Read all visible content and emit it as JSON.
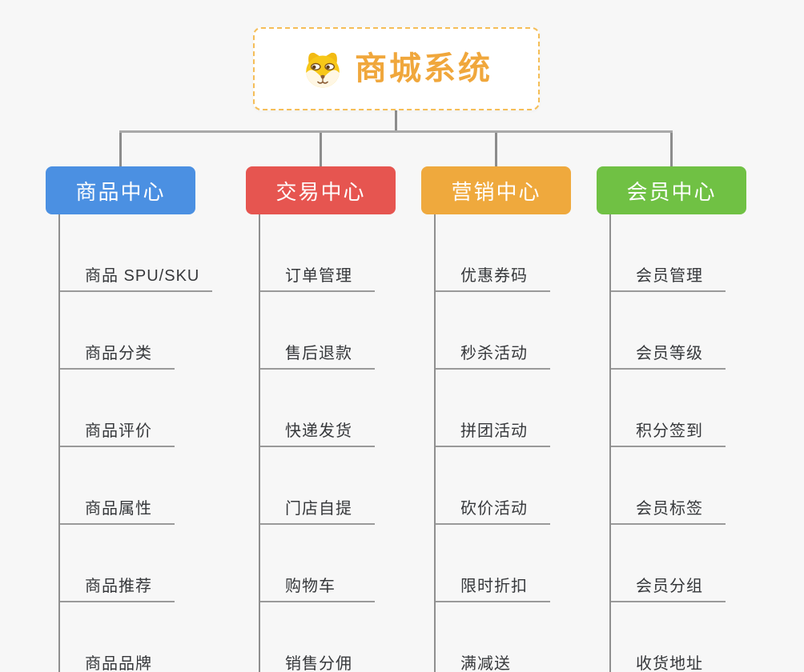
{
  "root": {
    "title": "商城系统",
    "icon": "dog-icon"
  },
  "branches": [
    {
      "id": "product-center",
      "label": "商品中心",
      "color": "#4B90E2",
      "items": [
        "商品 SPU/SKU",
        "商品分类",
        "商品评价",
        "商品属性",
        "商品推荐",
        "商品品牌"
      ]
    },
    {
      "id": "trade-center",
      "label": "交易中心",
      "color": "#E65550",
      "items": [
        "订单管理",
        "售后退款",
        "快递发货",
        "门店自提",
        "购物车",
        "销售分佣"
      ]
    },
    {
      "id": "marketing-center",
      "label": "营销中心",
      "color": "#EFA93D",
      "items": [
        "优惠券码",
        "秒杀活动",
        "拼团活动",
        "砍价活动",
        "限时折扣",
        "满减送"
      ]
    },
    {
      "id": "member-center",
      "label": "会员中心",
      "color": "#70C144",
      "items": [
        "会员管理",
        "会员等级",
        "积分签到",
        "会员标签",
        "会员分组",
        "收货地址"
      ]
    }
  ],
  "colors": {
    "background": "#F7F7F7",
    "root_text": "#F0A73C",
    "root_border": "#F5BE58",
    "connector": "#8C8C8C",
    "rail": "#A9A9A9",
    "item_line": "#9A9A9A",
    "item_text": "#36383B"
  }
}
